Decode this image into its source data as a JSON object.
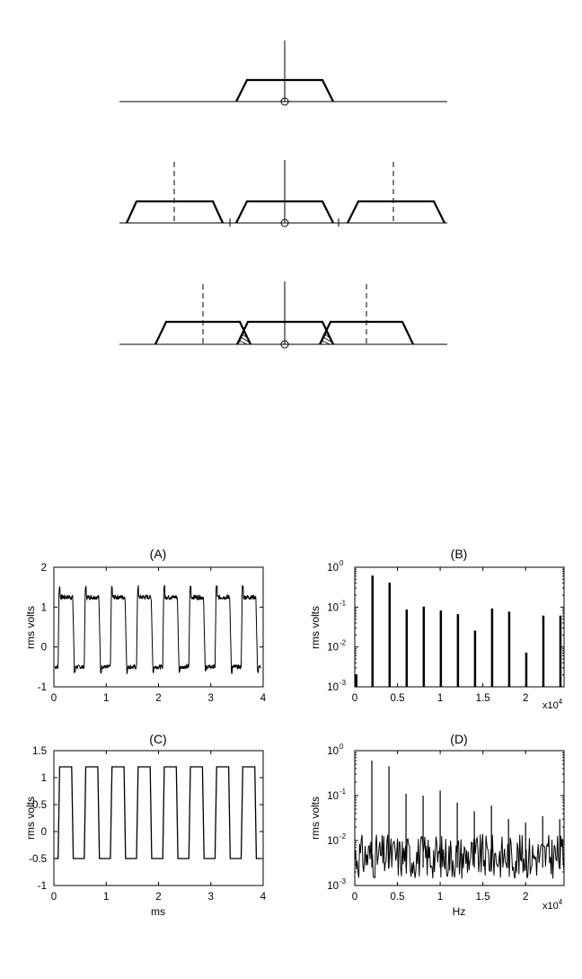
{
  "diagram": {
    "rows": [
      {
        "name": "baseband-spectrum",
        "lobes": 1,
        "dashed_markers": 0,
        "overlap": false
      },
      {
        "name": "sampled-spectrum-separated",
        "lobes": 3,
        "dashed_markers": 2,
        "overlap": false
      },
      {
        "name": "sampled-spectrum-aliased",
        "lobes": 3,
        "dashed_markers": 2,
        "overlap": true
      }
    ]
  },
  "charts": {
    "A": {
      "title": "(A)",
      "ylabel": "rms volts",
      "xlabel": "",
      "yticks": [
        "-1",
        "0",
        "1",
        "2"
      ],
      "xticks": [
        "0",
        "1",
        "2",
        "3",
        "4"
      ],
      "multiplier": ""
    },
    "B": {
      "title": "(B)",
      "ylabel": "rms volts",
      "xlabel": "",
      "yticks_base": [
        "10",
        "10",
        "10",
        "10"
      ],
      "yticks_exp": [
        "-3",
        "-2",
        "-1",
        "0"
      ],
      "xticks": [
        "0",
        "0.5",
        "1",
        "1.5",
        "2"
      ],
      "multiplier_base": "x10",
      "multiplier_exp": "4"
    },
    "C": {
      "title": "(C)",
      "ylabel": "rms volts",
      "xlabel": "ms",
      "yticks": [
        "-1",
        "-0.5",
        "0",
        "0.5",
        "1",
        "1.5"
      ],
      "xticks": [
        "0",
        "1",
        "2",
        "3",
        "4"
      ],
      "multiplier": ""
    },
    "D": {
      "title": "(D)",
      "ylabel": "rms volts",
      "xlabel": "Hz",
      "yticks_base": [
        "10",
        "10",
        "10",
        "10"
      ],
      "yticks_exp": [
        "-3",
        "-2",
        "-1",
        "0"
      ],
      "xticks": [
        "0",
        "0.5",
        "1",
        "1.5",
        "2"
      ],
      "multiplier_base": "x10",
      "multiplier_exp": "4"
    }
  },
  "chart_data": [
    {
      "type": "line",
      "panel": "A",
      "title": "(A)",
      "ylabel": "rms volts",
      "xlim": [
        0,
        4
      ],
      "ylim": [
        -1,
        2
      ],
      "period_ms": 0.5,
      "high_level": 1.25,
      "low_level": -0.5,
      "overshoot": 1.5,
      "note": ""
    },
    {
      "type": "bar",
      "panel": "B",
      "title": "(B)",
      "ylabel": "rms volts",
      "yscale": "log",
      "ylim": [
        0.001,
        1
      ],
      "xlim": [
        0,
        24500
      ],
      "x": [
        0,
        2000,
        4000,
        6000,
        8000,
        10000,
        12000,
        14000,
        16000,
        18000,
        20000,
        22000,
        24000
      ],
      "values": [
        0.002,
        0.6,
        0.4,
        0.085,
        0.1,
        0.08,
        0.065,
        0.025,
        0.09,
        0.075,
        0.007,
        0.06,
        0.06
      ]
    },
    {
      "type": "line",
      "panel": "C",
      "title": "(C)",
      "ylabel": "rms volts",
      "xlabel": "ms",
      "xlim": [
        0,
        4
      ],
      "ylim": [
        -1,
        1.5
      ],
      "period_ms": 0.5,
      "high_level": 1.2,
      "low_level": -0.5
    },
    {
      "type": "bar",
      "panel": "D",
      "title": "(D)",
      "ylabel": "rms volts",
      "xlabel": "Hz",
      "yscale": "log",
      "ylim": [
        0.001,
        1
      ],
      "xlim": [
        0,
        24500
      ],
      "x": [
        2000,
        4000,
        6000,
        8000,
        10000,
        12000,
        14000,
        16000,
        18000,
        20000,
        22000,
        24000
      ],
      "values": [
        0.6,
        0.45,
        0.11,
        0.1,
        0.13,
        0.07,
        0.045,
        0.06,
        0.03,
        0.025,
        0.035,
        0.03
      ],
      "noise_floor": 0.005
    }
  ]
}
